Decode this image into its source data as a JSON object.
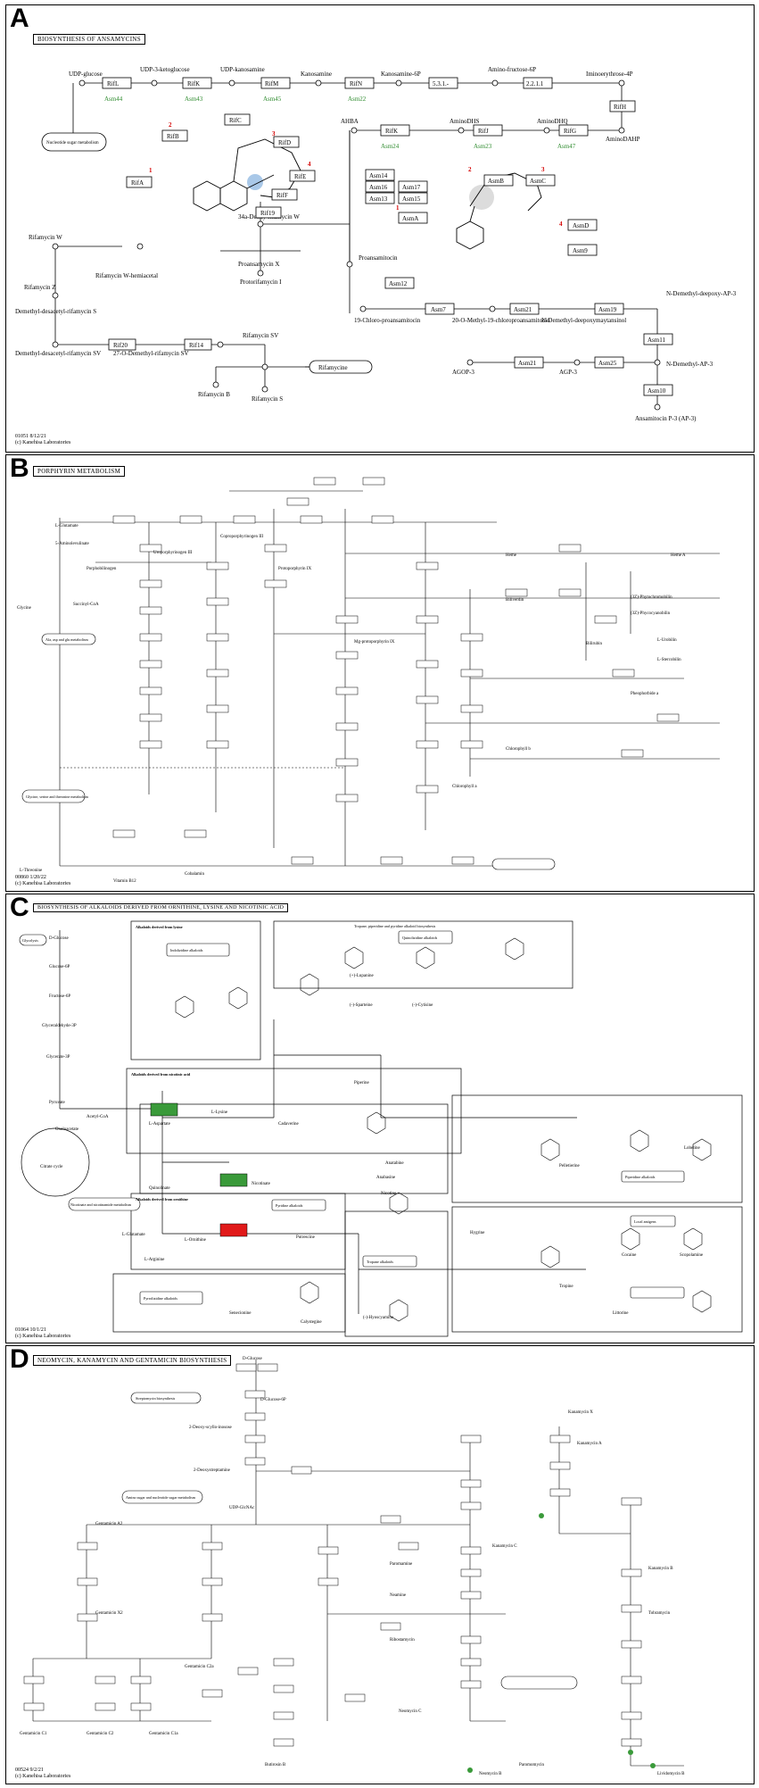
{
  "panels": {
    "A": {
      "letter": "A",
      "title": "BIOSYNTHESIS OF ANSAMYCINS",
      "footer": "01051 8/12/21\n(c) Kanehisa Laboratories",
      "nodes": {
        "udp_glucose": "UDP-glucose",
        "udp_3k": "UDP-3-ketoglucose",
        "udp_kan": "UDP-kanosamine",
        "kanosamine": "Kanosamine",
        "kan6p": "Kanosamine-6P",
        "aminofructose": "Amino-fructose-6P",
        "iminoerythrose": "Iminoerythrose-4P",
        "aminodahp": "AminoDAHP",
        "aminodhq": "AminoDHQ",
        "aminodhs": "AminoDHS",
        "ahba": "AHBA",
        "nucleotide": "Nucleotide sugar metabolism",
        "deoxy": "34a-Deoxy-rifamycin W",
        "rifw": "Rifamycin W",
        "proansamycin": "Proansamycin X",
        "protorif": "Protorifamycin I",
        "rifz": "Rifamycin Z",
        "rifwhemi": "Rifamycin W-hemiacetal",
        "demethyl": "Demethyl-desacetyl-rifamycin S",
        "demethyl_sv": "Demethyl-desacetyl-rifamycin SV",
        "o_demethyl": "27-O-Demethyl-rifamycin SV",
        "rifsv": "Rifamycin SV",
        "rifb": "Rifamycin B",
        "rifs": "Rifamycin S",
        "rifamycine": "Rifamycine",
        "proansamitocin": "Proansamitocin",
        "chloro": "19-Chloro-proansamitocin",
        "omethyl": "20-O-Methyl-19-chloroproansamitocin",
        "ndemethyl_deep": "N-Demethyl-deepoxymaytansinol",
        "ndemethyl_ap3": "N-Demethyl-deepoxy-AP-3",
        "ndemethyl_ap": "N-Demethyl-AP-3",
        "acop3": "AGOP-3",
        "agp3": "AGP-3",
        "ansamitocin": "Ansamitocin P-3 (AP-3)"
      },
      "enzymes": {
        "rifl": "RifL",
        "asm44": "Asm44",
        "rifk1": "RifK",
        "asm43": "Asm43",
        "rifm": "RifM",
        "asm45": "Asm45",
        "rifn": "RifN",
        "asm22": "Asm22",
        "ec531": "5.3.1.-",
        "ec2211": "2.2.1.1",
        "rifh": "RifH",
        "rifg": "RifG",
        "asm47": "Asm47",
        "rifj": "RifJ",
        "asm23": "Asm23",
        "rifk2": "RifK",
        "asm24": "Asm24",
        "rifa": "RifA",
        "rifb": "RifB",
        "rifc": "RifC",
        "rifd": "RifD",
        "rife": "RifE",
        "riff": "RifF",
        "rif19": "Rif19",
        "asm14": "Asm14",
        "asm16": "Asm16",
        "asm13": "Asm13",
        "asm17": "Asm17",
        "asm15": "Asm15",
        "asma": "AsmA",
        "asmb": "AsmB",
        "asmc": "AsmC",
        "asmd": "AsmD",
        "asm9": "Asm9",
        "asm12": "Asm12",
        "asm7": "Asm7",
        "asm21a": "Asm21",
        "asm19": "Asm19",
        "asm11": "Asm11",
        "asm21b": "Asm21",
        "asm25": "Asm25",
        "asm10": "Asm10",
        "rif20": "Rif20",
        "rif14": "Rif14"
      },
      "module_numbers": [
        "1",
        "2",
        "3",
        "4",
        "1",
        "2",
        "3",
        "4"
      ],
      "colors": {
        "enzyme_green": "#2e8b2e",
        "module_red": "#d40000",
        "highlight_blue": "#a9c8e8"
      }
    },
    "B": {
      "letter": "B",
      "title": "PORPHYRIN METABOLISM",
      "footer": "00860 1/20/22\n(c) Kanehisa Laboratories",
      "labels": {
        "heme": "Heme",
        "heme_a": "Heme A",
        "bilirubin": "Bilirubin",
        "biliverdin": "Biliverdin",
        "chlorophyll_a": "Chlorophyll a",
        "chlorophyll_b": "Chlorophyll b",
        "protoporphyrin": "Protoporphyrin IX",
        "coproporphyrinogen": "Coproporphyrinogen III",
        "uroporphyrinogen": "Uroporphyrinogen III",
        "porphobilinogen": "Porphobilinogen",
        "aminolevulinate": "5-Aminolevulinate",
        "glutamate": "L-Glutamate",
        "glycine": "Glycine",
        "succinyl": "Succinyl-CoA",
        "cobalamin": "Cobalamin",
        "vitamin_b12": "Vitamin B12",
        "pheophorbide": "Pheophorbide a",
        "mg_proto": "Mg-protoporphyrin IX",
        "threonine": "L-Threonine",
        "glycine_pathway": "Glycine, serine and threonine metabolism",
        "ala_pathway": "Ala, asp and glu metabolism",
        "urobilin": "L-Urobilin",
        "stercobilin": "L-Stercobilin",
        "phytochromobilin": "(3Z)-Phytochromobilin",
        "phycocyanobilin": "(3Z)-Phycocyanobilin"
      }
    },
    "C": {
      "letter": "C",
      "title": "BIOSYNTHESIS OF ALKALOIDS DERIVED FROM ORNITHINE, LYSINE AND NICOTINIC ACID",
      "footer": "01064 10/1/21\n(c) Kanehisa Laboratories",
      "labels": {
        "glycolysis": "Glycolysis",
        "d_glucose": "D-Glucose",
        "glucose6p": "Glucose-6P",
        "fructose6p": "Fructose-6P",
        "glyceraldehyde": "Glyceraldehyde-3P",
        "glycerate": "Glycerate-3P",
        "pyruvate": "Pyruvate",
        "oxaloacetate": "Oxaloacetate",
        "acetylcoa": "Acetyl-CoA",
        "citrate_cycle": "Citrate cycle",
        "l_lysine": "L-Lysine",
        "l_aspartate": "L-Aspartate",
        "l_ornithine": "L-Ornithine",
        "l_arginine": "L-Arginine",
        "l_glutamate": "L-Glutamate",
        "putrescine": "Putrescine",
        "cadaverine": "Cadaverine",
        "quinolinate": "Quinolinate",
        "nicotinate": "Nicotinate",
        "nicotinate_metabolism": "Nicotinate and nicotinamide metabolism",
        "pyridine_alk": "Pyridine alkaloids",
        "tropane_alk": "Tropane alkaloids",
        "pyrrolizidine": "Pyrrolizidine alkaloids",
        "piperidine_alk": "Piperidine alkaloids",
        "quinolizidine": "Quinolizidine alkaloids",
        "indolizidine": "Indolizidine alkaloids",
        "lysine_box": "Alkaloids derived from lysine",
        "nicotinic_box": "Alkaloids derived from nicotinic acid",
        "ornithine_box": "Alkaloids derived from ornithine",
        "tropane_box": "Tropane, piperidine and pyridine alkaloid biosynthesis",
        "lupanine": "(+)-Lupanine",
        "sparteine": "(-)-Sparteine",
        "cytisine": "(-)-Cytisine",
        "anabasine": "Anabasine",
        "nicotine": "Nicotine",
        "anatabine": "Anatabine",
        "piperine": "Piperine",
        "hygrine": "Hygrine",
        "tropine": "Tropine",
        "cocaine": "Cocaine",
        "scopolamine": "Scopolamine",
        "hyoscyamine": "(-)-Hyoscyamine",
        "littorine": "Littorine",
        "lobeline": "Lobeline",
        "pelletierine": "Pelletierine",
        "senecionine": "Senecionine",
        "calystegine": "Calystegine",
        "local_antigens": "Local antigens"
      },
      "colors": {
        "green_box": "#3a9a3a",
        "red_box": "#e11a1a"
      }
    },
    "D": {
      "letter": "D",
      "title": "NEOMYCIN, KANAMYCIN AND GENTAMICIN BIOSYNTHESIS",
      "footer": "00524 9/2/21\n(c) Kanehisa Laboratories",
      "labels": {
        "d_glucose": "D-Glucose",
        "d_glucose6p": "D-Glucose-6P",
        "streptomycin": "Streptomycin biosynthesis",
        "deoxy_scyllo": "2-Deoxy-scyllo-inosose",
        "deoxystreptamine": "2-Deoxystreptamine",
        "paromamine": "Paromamine",
        "neamine": "Neamine",
        "ribostamycin": "Ribostamycin",
        "neomycin_b": "Neomycin B",
        "neomycin_c": "Neomycin C",
        "paromomycin": "Paromomycin",
        "kanamycin_a": "Kanamycin A",
        "kanamycin_b": "Kanamycin B",
        "kanamycin_c": "Kanamycin C",
        "kanamycin_x": "Kanamycin X",
        "tobramycin": "Tobramycin",
        "gentamicin_a2": "Gentamicin A2",
        "gentamicin_x2": "Gentamicin X2",
        "gentamicin_c1": "Gentamicin C1",
        "gentamicin_c1a": "Gentamicin C1a",
        "gentamicin_c2": "Gentamicin C2",
        "gentamicin_c2a": "Gentamicin C2a",
        "butirosin": "Butirosin B",
        "udp_glcnac": "UDP-GlcNAc",
        "amino_sugar": "Amino sugar and nucleotide sugar metabolism",
        "lividomycin": "Lividomycin B"
      },
      "colors": {
        "green_mark": "#3a9a3a"
      }
    }
  }
}
